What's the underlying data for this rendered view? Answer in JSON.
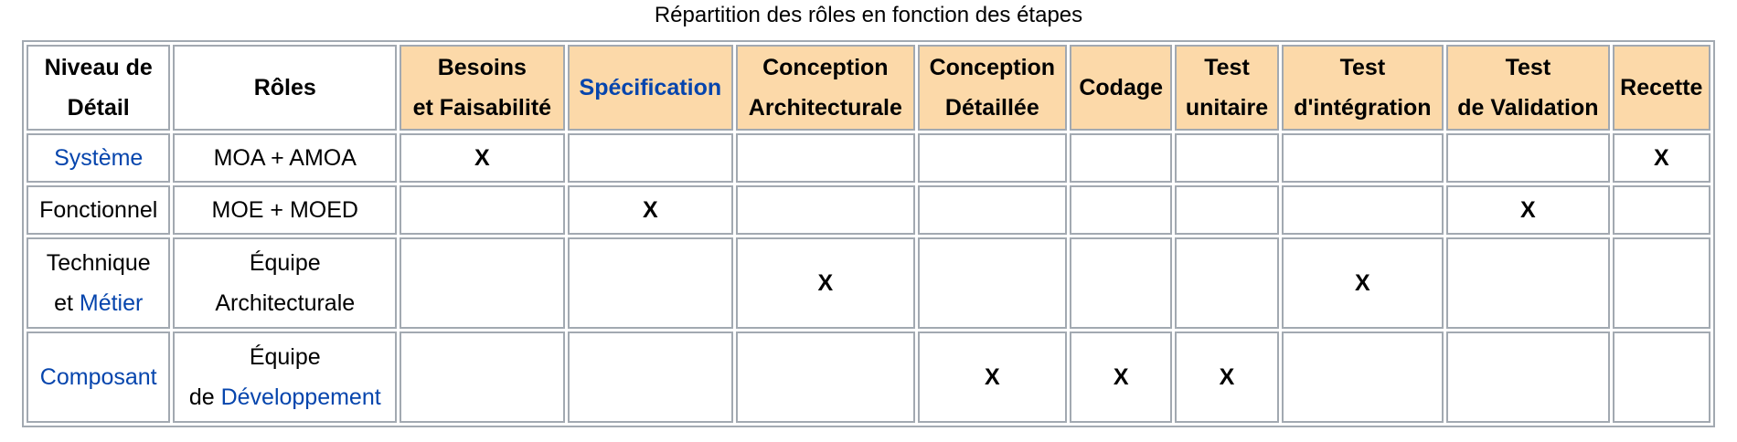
{
  "caption": "Répartition des rôles en fonction des étapes",
  "colors": {
    "header_phase_bg": "#fcd9a9",
    "border": "#a2a9b1",
    "link": "#0645ad"
  },
  "header": {
    "niveau": [
      "Niveau de",
      "Détail"
    ],
    "roles": "Rôles",
    "phases": [
      [
        "Besoins",
        "et Faisabilité"
      ],
      [
        "Spécification"
      ],
      [
        "Conception",
        "Architecturale"
      ],
      [
        "Conception",
        "Détaillée"
      ],
      [
        "Codage"
      ],
      [
        "Test",
        "unitaire"
      ],
      [
        "Test",
        "d'intégration"
      ],
      [
        "Test",
        "de Validation"
      ],
      [
        "Recette"
      ]
    ]
  },
  "rows": [
    {
      "niveau": "Système",
      "role": "MOA + AMOA",
      "marks": [
        "X",
        "",
        "",
        "",
        "",
        "",
        "",
        "",
        "X"
      ]
    },
    {
      "niveau": "Fonctionnel",
      "role": "MOE + MOED",
      "marks": [
        "",
        "X",
        "",
        "",
        "",
        "",
        "",
        "X",
        ""
      ]
    },
    {
      "niveau_prefix": "Technique",
      "niveau_line2_pre": "et ",
      "niveau_link": "Métier",
      "role_line1": "Équipe",
      "role_line2": "Architecturale",
      "marks": [
        "",
        "",
        "X",
        "",
        "",
        "",
        "X",
        "",
        ""
      ]
    },
    {
      "niveau": "Composant",
      "role_line1": "Équipe",
      "role_line2_pre": "de ",
      "role_link": "Développement",
      "marks": [
        "",
        "",
        "",
        "X",
        "X",
        "X",
        "",
        "",
        ""
      ]
    }
  ]
}
